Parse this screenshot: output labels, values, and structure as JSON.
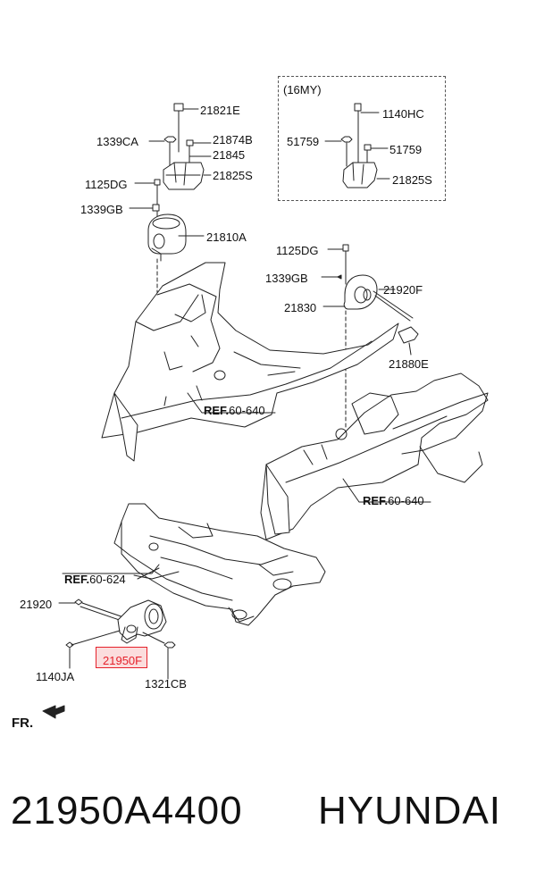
{
  "group": {
    "title": "(16MY)"
  },
  "labels": {
    "l21821E": "21821E",
    "l1339CA": "1339CA",
    "l21874B": "21874B",
    "l21845": "21845",
    "l1125DG_a": "1125DG",
    "l21825S_a": "21825S",
    "l1339GB_a": "1339GB",
    "l21810A": "21810A",
    "l1140HC": "1140HC",
    "l51759_l": "51759",
    "l51759_r": "51759",
    "l21825S_b": "21825S",
    "l1125DG_b": "1125DG",
    "l1339GB_b": "1339GB",
    "l21920F": "21920F",
    "l21830": "21830",
    "l21880E": "21880E",
    "l21920": "21920",
    "l21950F": "21950F",
    "l1140JA": "1140JA",
    "l1321CB": "1321CB"
  },
  "refs": {
    "ref1": {
      "bold": "REF.",
      "rest": "60-640"
    },
    "ref2": {
      "bold": "REF.",
      "rest": "60-640"
    },
    "ref3": {
      "bold": "REF.",
      "rest": "60-624"
    }
  },
  "direction": {
    "label": "FR."
  },
  "footer": {
    "part_number": "21950A4400",
    "brand": "HYUNDAI"
  },
  "colors": {
    "highlight": "#e5212b",
    "line": "#222222"
  }
}
